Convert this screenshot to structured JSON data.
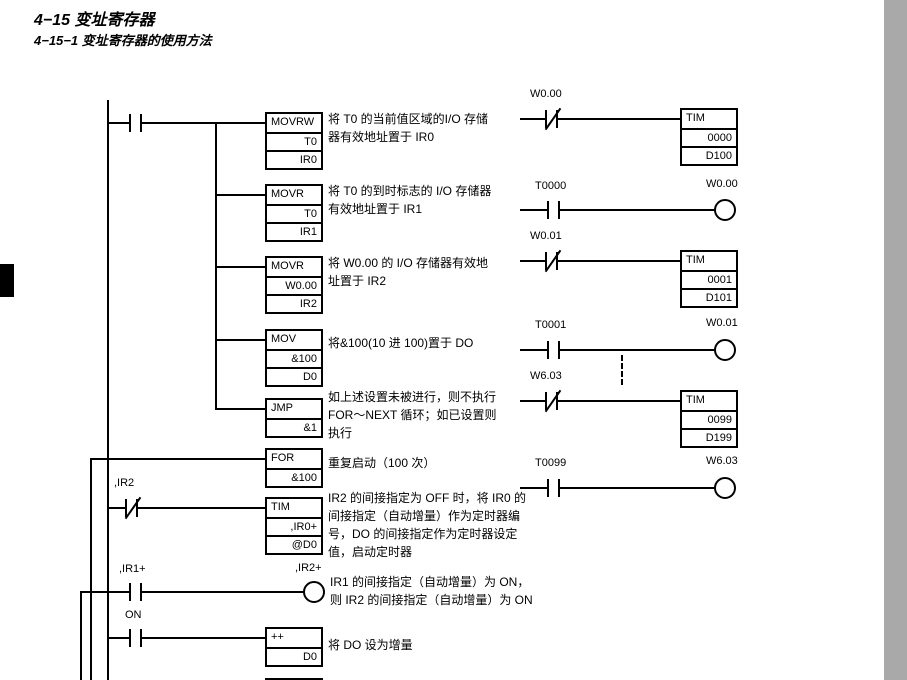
{
  "page": {
    "title": "4−15 变址寄存器",
    "subtitle": "4−15−1 变址寄存器的使用方法"
  },
  "blocks": {
    "movrw": {
      "op": "MOVRW",
      "r1": "T0",
      "r2": "IR0"
    },
    "movr1": {
      "op": "MOVR",
      "r1": "T0",
      "r2": "IR1"
    },
    "movr2": {
      "op": "MOVR",
      "r1": "W0.00",
      "r2": "IR2"
    },
    "mov": {
      "op": "MOV",
      "r1": "&100",
      "r2": "D0"
    },
    "jmp": {
      "op": "JMP",
      "r1": "&1"
    },
    "for": {
      "op": "FOR",
      "r1": "&100"
    },
    "tim_ir": {
      "op": "TIM",
      "r1": ",IR0+",
      "r2": "@D0"
    },
    "inc": {
      "op": "++",
      "r1": "D0"
    },
    "tim0": {
      "op": "TIM",
      "r1": "0000",
      "r2": "D100"
    },
    "tim1": {
      "op": "TIM",
      "r1": "0001",
      "r2": "D101"
    },
    "tim99": {
      "op": "TIM",
      "r1": "0099",
      "r2": "D199"
    }
  },
  "contacts": {
    "ir2": ",IR2",
    "ir1p": ",IR1+",
    "on": "ON",
    "w000": "W0.00",
    "t0000": "T0000",
    "w001": "W0.01",
    "t0001": "T0001",
    "w603": "W6.03",
    "t0099": "T0099"
  },
  "coils": {
    "ir2p": ",IR2+",
    "w000": "W0.00",
    "w001": "W0.01",
    "w603": "W6.03"
  },
  "notes": {
    "movrw": "将 T0 的当前值区域的I/O 存储\n器有效地址置于 IR0",
    "movr1": "将 T0 的到时标志的 I/O 存储器\n有效地址置于 IR1",
    "movr2": "将 W0.00 的 I/O 存储器有效地\n址置于 IR2",
    "mov": "将&100(10 进 100)置于 DO",
    "jmp": "如上述设置未被进行，则不执行\nFOR～NEXT 循环；如已设置则\n执行",
    "for": "重复启动（100 次）",
    "tim": "IR2 的间接指定为 OFF 时，将 IR0 的\n间接指定（自动增量）作为定时器编\n号，DO 的间接指定作为定时器设定\n值，启动定时器",
    "ir1": "IR1 的间接指定（自动增量）为 ON，\n则 IR2 的间接指定（自动增量）为 ON",
    "inc": "将 DO 设为增量"
  },
  "colors": {
    "line": "#000000",
    "page_edge_gray": "#a9a9a9",
    "section_tab": "#000000",
    "background": "#ffffff"
  }
}
